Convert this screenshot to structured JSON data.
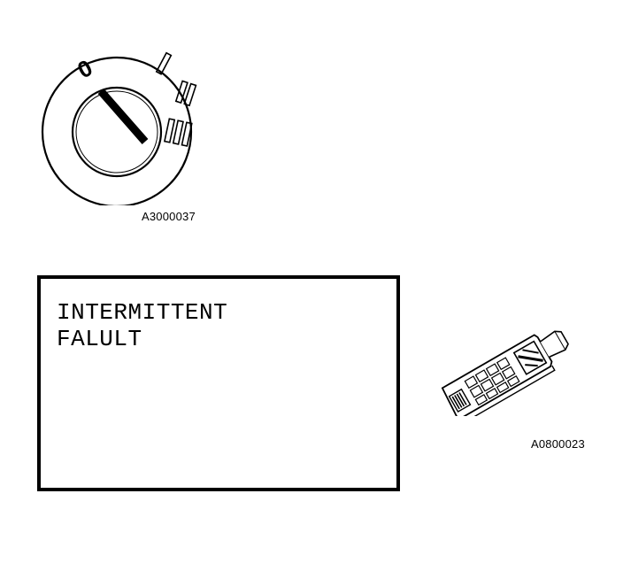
{
  "figure": {
    "ignition_switch": {
      "label": "A3000037",
      "positions": [
        "0",
        "I",
        "II",
        "III"
      ]
    },
    "screen": {
      "lines": [
        "INTERMITTENT",
        "FALULT"
      ]
    },
    "scan_tool": {
      "label": "A0800023"
    }
  }
}
